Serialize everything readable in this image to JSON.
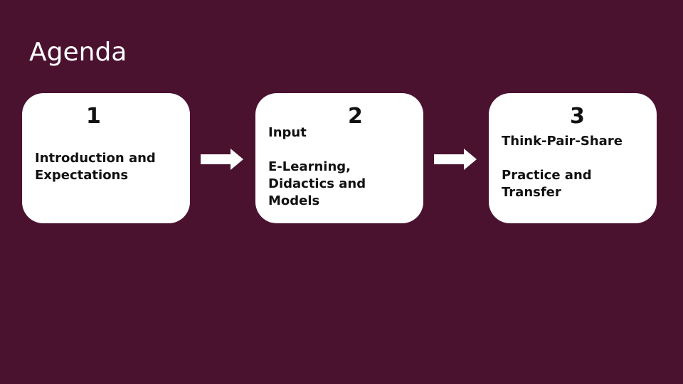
{
  "slide": {
    "title": "Agenda"
  },
  "steps": [
    {
      "number": "1",
      "lines": [
        "Introduction and",
        "Expectations"
      ]
    },
    {
      "number": "2",
      "heading": "Input",
      "lines": [
        "E-Learning,",
        "Didactics and",
        "Models"
      ]
    },
    {
      "number": "3",
      "heading": "Think-Pair-Share",
      "lines": [
        "Practice and",
        "Transfer"
      ]
    }
  ],
  "colors": {
    "background": "#4b1230",
    "card": "#ffffff",
    "text": "#111111",
    "arrow": "#ffffff"
  },
  "icons": {
    "connector": "arrow-right-icon"
  }
}
